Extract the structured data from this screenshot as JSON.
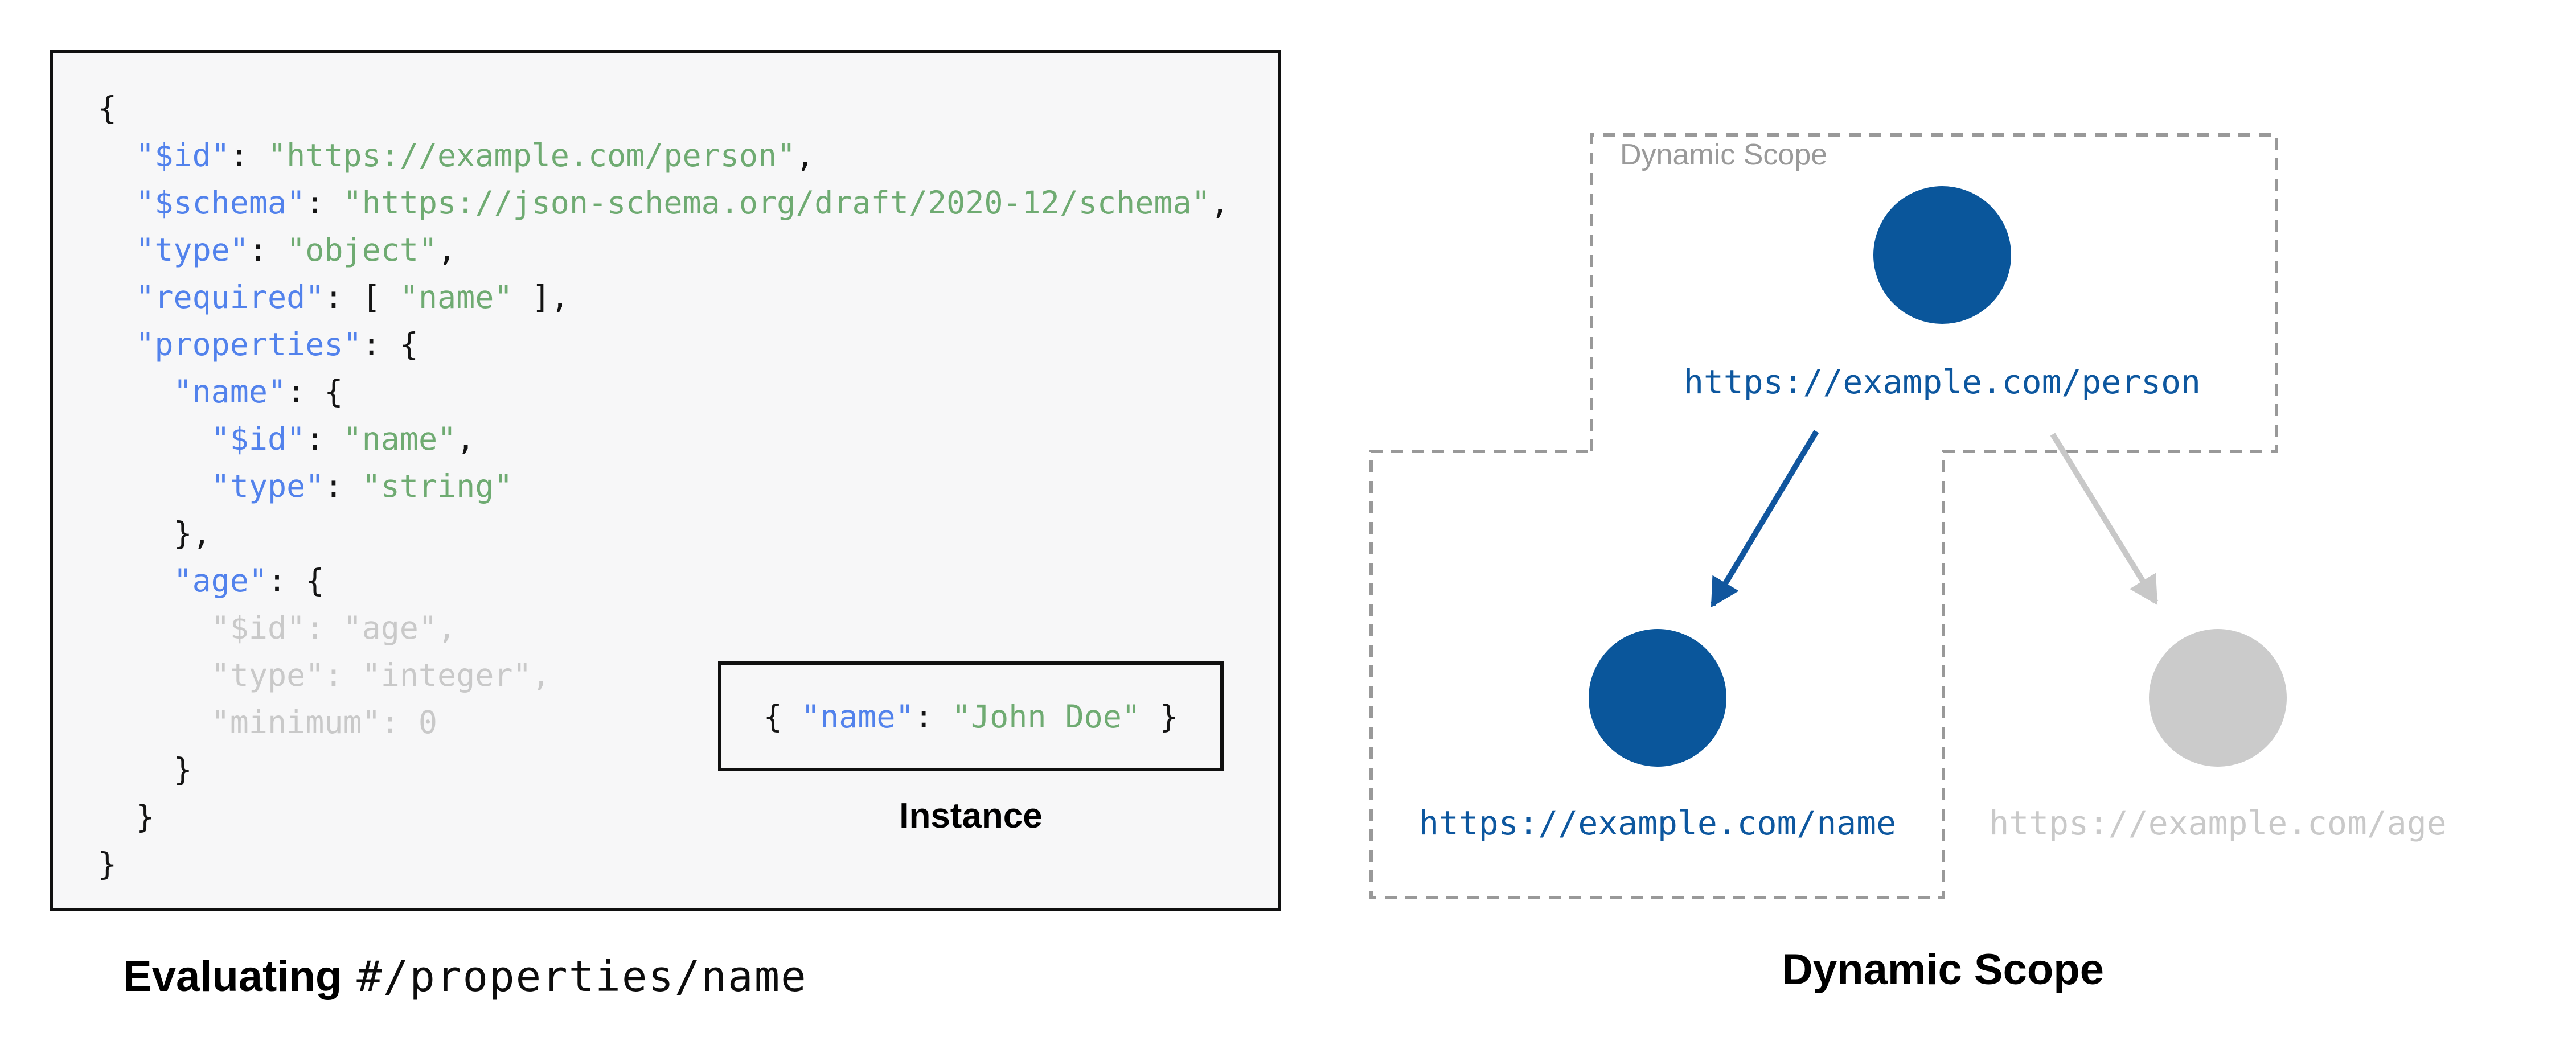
{
  "colors": {
    "page_bg": "#ffffff",
    "code_panel_bg": "#f7f7f8",
    "panel_border": "#101010",
    "key_blue": "#5282ec",
    "string_green": "#6fab72",
    "faded_gray": "#c9c9c9",
    "node_blue": "#0a569b",
    "node_gray": "#cbcbcb",
    "label_blue": "#0d579f",
    "label_gray": "#c9c9c9",
    "dashed_border_gray": "#999999",
    "arrow_blue": "#11569e",
    "arrow_gray": "#c8c8c8",
    "scope_label_gray": "#9a9a9a"
  },
  "schema_panel": {
    "code_lines": [
      [
        [
          "p",
          "{"
        ]
      ],
      [
        [
          "p",
          "  "
        ],
        [
          "k",
          "\"$id\""
        ],
        [
          "p",
          ": "
        ],
        [
          "s",
          "\"https://example.com/person\""
        ],
        [
          "p",
          ","
        ]
      ],
      [
        [
          "p",
          "  "
        ],
        [
          "k",
          "\"$schema\""
        ],
        [
          "p",
          ": "
        ],
        [
          "s",
          "\"https://json-schema.org/draft/2020-12/schema\""
        ],
        [
          "p",
          ","
        ]
      ],
      [
        [
          "p",
          "  "
        ],
        [
          "k",
          "\"type\""
        ],
        [
          "p",
          ": "
        ],
        [
          "s",
          "\"object\""
        ],
        [
          "p",
          ","
        ]
      ],
      [
        [
          "p",
          "  "
        ],
        [
          "k",
          "\"required\""
        ],
        [
          "p",
          ": [ "
        ],
        [
          "s",
          "\"name\""
        ],
        [
          "p",
          " ],"
        ]
      ],
      [
        [
          "p",
          "  "
        ],
        [
          "k",
          "\"properties\""
        ],
        [
          "p",
          ": {"
        ]
      ],
      [
        [
          "p",
          "    "
        ],
        [
          "k",
          "\"name\""
        ],
        [
          "p",
          ": {"
        ]
      ],
      [
        [
          "p",
          "      "
        ],
        [
          "k",
          "\"$id\""
        ],
        [
          "p",
          ": "
        ],
        [
          "s",
          "\"name\""
        ],
        [
          "p",
          ","
        ]
      ],
      [
        [
          "p",
          "      "
        ],
        [
          "k",
          "\"type\""
        ],
        [
          "p",
          ": "
        ],
        [
          "s",
          "\"string\""
        ]
      ],
      [
        [
          "p",
          "    },"
        ]
      ],
      [
        [
          "p",
          "    "
        ],
        [
          "k",
          "\"age\""
        ],
        [
          "p",
          ": {"
        ]
      ],
      [
        [
          "g",
          "      \"$id\": \"age\","
        ]
      ],
      [
        [
          "g",
          "      \"type\": \"integer\","
        ]
      ],
      [
        [
          "g",
          "      \"minimum\": 0"
        ]
      ],
      [
        [
          "p",
          "    }"
        ]
      ],
      [
        [
          "p",
          "  }"
        ]
      ],
      [
        [
          "p",
          "}"
        ]
      ]
    ],
    "instance_segments": [
      [
        [
          "p",
          "{ "
        ],
        [
          "k",
          "\"name\""
        ],
        [
          "p",
          ": "
        ],
        [
          "s",
          "\"John Doe\""
        ],
        [
          "p",
          " }"
        ]
      ]
    ],
    "instance_label": "Instance",
    "caption_bold": "Evaluating",
    "caption_code": "#/properties/name"
  },
  "scope_panel": {
    "scope_label": "Dynamic Scope",
    "caption": "Dynamic Scope",
    "nodes": [
      {
        "id": "person",
        "label": "https://example.com/person",
        "state": "active"
      },
      {
        "id": "name",
        "label": "https://example.com/name",
        "state": "active"
      },
      {
        "id": "age",
        "label": "https://example.com/age",
        "state": "inactive"
      }
    ]
  }
}
